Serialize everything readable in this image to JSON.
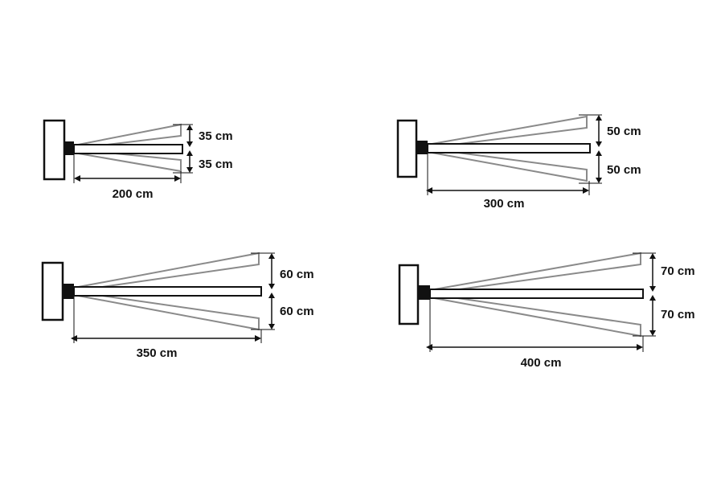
{
  "diagrams": [
    {
      "up_label": "35 cm",
      "down_label": "35 cm",
      "length_label": "200 cm"
    },
    {
      "up_label": "50 cm",
      "down_label": "50 cm",
      "length_label": "300 cm"
    },
    {
      "up_label": "60 cm",
      "down_label": "60 cm",
      "length_label": "350 cm"
    },
    {
      "up_label": "70 cm",
      "down_label": "70 cm",
      "length_label": "400 cm"
    }
  ],
  "colors": {
    "line": "#111111",
    "swing_arm": "#8a8a8a"
  }
}
